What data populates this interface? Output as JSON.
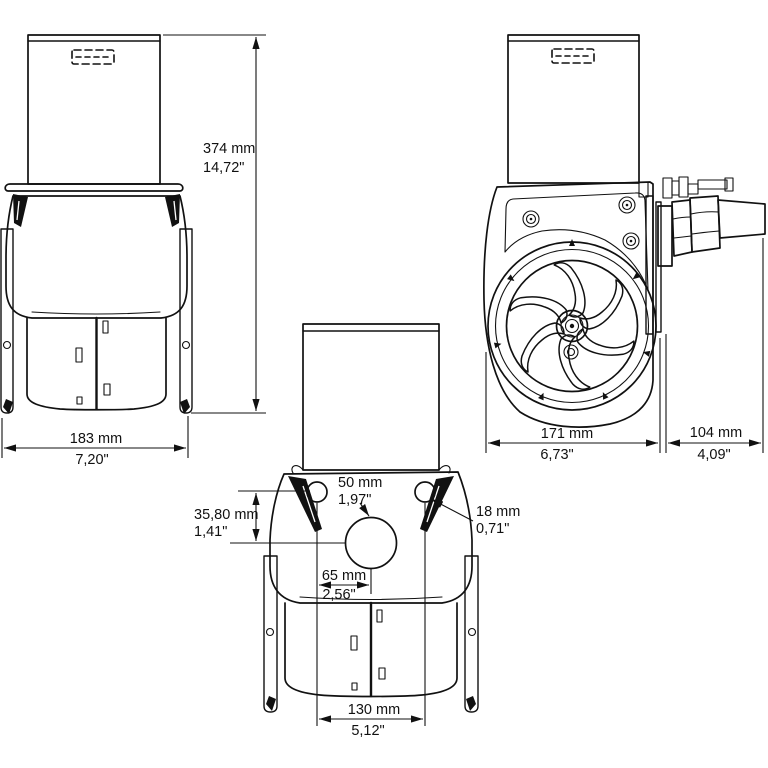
{
  "page": {
    "background": "#ffffff",
    "line_color": "#111111",
    "type": "technical-dimension-drawing"
  },
  "views": {
    "front": {
      "label": "front-view",
      "height": {
        "mm": "374 mm",
        "inch": "14,72\""
      },
      "width": {
        "mm": "183 mm",
        "inch": "7,20\""
      }
    },
    "side": {
      "label": "side-view",
      "depth": {
        "mm": "171 mm",
        "inch": "6,73\""
      },
      "tube": {
        "mm": "104 mm",
        "inch": "4,09\""
      }
    },
    "back": {
      "label": "back-mounting-view",
      "center_hole": {
        "mm": "50 mm",
        "inch": "1,97\""
      },
      "mount_hole": {
        "mm": "18 mm",
        "inch": "0,71\""
      },
      "hole_offset_v": {
        "mm": "35,80 mm",
        "inch": "1,41\""
      },
      "hole_offset_h": {
        "mm": "65 mm",
        "inch": "2,56\""
      },
      "hole_spacing": {
        "mm": "130 mm",
        "inch": "5,12\""
      }
    }
  }
}
